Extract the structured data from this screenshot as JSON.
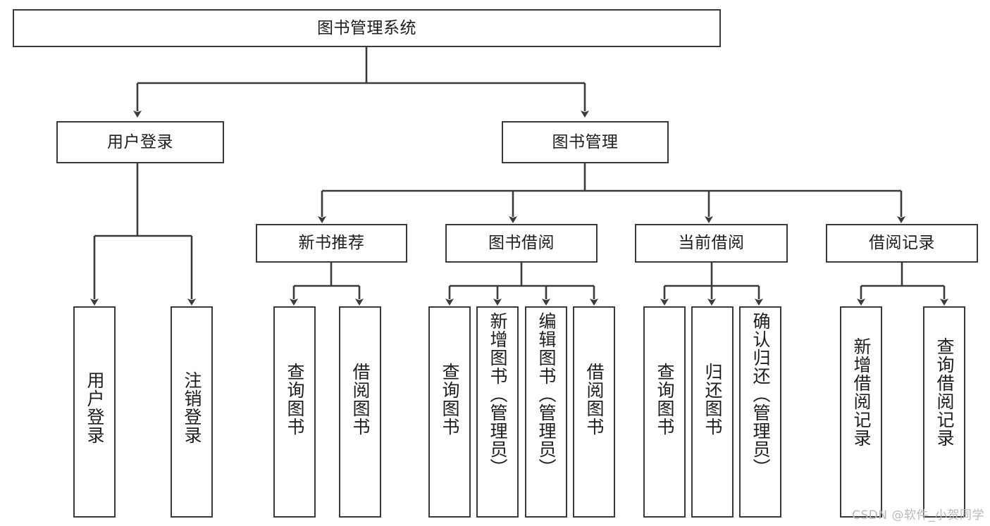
{
  "diagram": {
    "title": "图书管理系统",
    "type": "tree-structure-chart",
    "root": {
      "id": "root",
      "label": "图书管理系统"
    },
    "level2": [
      {
        "id": "user-login",
        "label": "用户登录"
      },
      {
        "id": "book-manage",
        "label": "图书管理"
      }
    ],
    "level3": [
      {
        "id": "new-book-recommend",
        "label": "新书推荐"
      },
      {
        "id": "book-borrow",
        "label": "图书借阅"
      },
      {
        "id": "current-borrow",
        "label": "当前借阅"
      },
      {
        "id": "borrow-record",
        "label": "借阅记录"
      }
    ],
    "leaves": {
      "user_login": [
        {
          "id": "leaf-user-login",
          "label": "用户登录"
        },
        {
          "id": "leaf-logout-login",
          "label": "注销登录"
        }
      ],
      "new_book_recommend": [
        {
          "id": "leaf-query-book-1",
          "label": "查询图书"
        },
        {
          "id": "leaf-borrow-book-1",
          "label": "借阅图书"
        }
      ],
      "book_borrow": [
        {
          "id": "leaf-query-book-2",
          "label": "查询图书"
        },
        {
          "id": "leaf-add-book",
          "label": "新增图书（管理员）"
        },
        {
          "id": "leaf-edit-book",
          "label": "编辑图书（管理员）"
        },
        {
          "id": "leaf-borrow-book-2",
          "label": "借阅图书"
        }
      ],
      "current_borrow": [
        {
          "id": "leaf-query-book-3",
          "label": "查询图书"
        },
        {
          "id": "leaf-return-book",
          "label": "归还图书"
        },
        {
          "id": "leaf-confirm-return",
          "label": "确认归还（管理员）"
        }
      ],
      "borrow_record": [
        {
          "id": "leaf-add-record",
          "label": "新增借阅记录"
        },
        {
          "id": "leaf-query-record",
          "label": "查询借阅记录"
        }
      ]
    },
    "colors": {
      "stroke": "#3a3a3a",
      "fill": "#ffffff",
      "text": "#1d1d1d",
      "watermark": "#b9b9b9"
    }
  },
  "watermark": {
    "text": "CSDN @软件_小贺同学"
  }
}
